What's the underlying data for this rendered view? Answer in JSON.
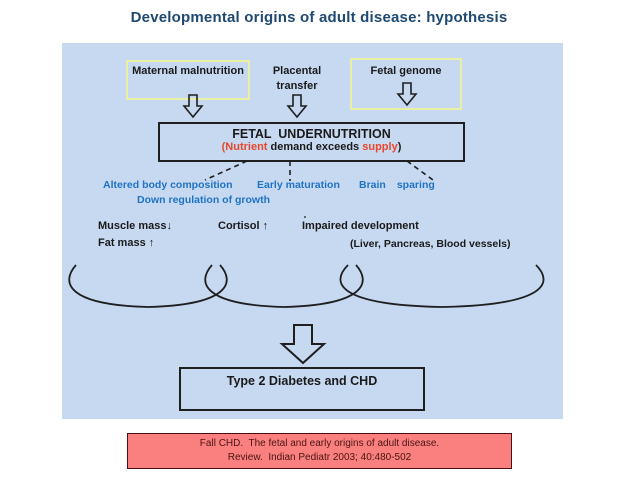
{
  "slide": {
    "title": "Developmental origins of adult disease: hypothesis"
  },
  "colors": {
    "panel_bg": "#C6D9F1",
    "title_text": "#1F4971",
    "mechanism_blue": "#1F72C4",
    "emphasis_red": "#E8472B",
    "cause_box_border": "#E9F0A3",
    "citation_bg": "#F9807E",
    "citation_border": "#481114",
    "citation_text": "#4C1414",
    "line_black": "#1f1f1f"
  },
  "diagram": {
    "causes": {
      "maternal": "Maternal malnutrition",
      "placental": "Placental transfer",
      "fetal_genome": "Fetal genome"
    },
    "central": {
      "title": "FETAL  UNDERNUTRITION",
      "sub_red1": "(Nutrient",
      "sub_black": " demand exceeds ",
      "sub_red2": "supply",
      "sub_close": ")"
    },
    "mechanisms": {
      "altered": "Altered body composition",
      "down_regulation": "Down regulation of growth",
      "early_maturation": "Early maturation",
      "brain": "Brain",
      "sparing": "sparing"
    },
    "outcomes": {
      "muscle": "Muscle mass↓",
      "fat": "Fat mass ↑",
      "cortisol": "Cortisol ↑",
      "impaired": "Impaired development",
      "organs": "(Liver, Pancreas, Blood vessels)"
    },
    "result_box": "Type 2 Diabetes and CHD"
  },
  "citation": {
    "line1": "Fall CHD.  The fetal and early origins of adult disease.",
    "line2": "Review.  Indian Pediatr 2003; 40:480-502"
  }
}
